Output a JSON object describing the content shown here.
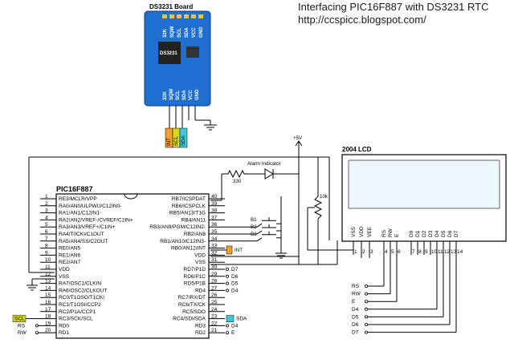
{
  "header": {
    "title": "Interfacing PIC16F887 with DS3231 RTC",
    "url": "http://ccspicc.blogspot.com/"
  },
  "board": {
    "name": "DS3231 Board",
    "top_pins": [
      "32K",
      "SQW",
      "SCL",
      "SDA",
      "VCC",
      "GND"
    ],
    "bottom_pins": [
      "32K",
      "SQW",
      "SCL",
      "SDA",
      "VCC",
      "GND"
    ],
    "chip": "DS3231",
    "color": "#1f6fd1"
  },
  "connector": {
    "labels": [
      "INT",
      "SCL",
      "SDA"
    ]
  },
  "supply": {
    "label": "+5V"
  },
  "alarm": {
    "label": "Alarm Indicator",
    "resistor": "330"
  },
  "buttons": [
    "B1",
    "B2",
    "B3"
  ],
  "pot": {
    "label": "10k"
  },
  "mcu": {
    "name": "PIC16F887",
    "left": [
      {
        "n": "1",
        "t": "RE3/MCLR/VPP"
      },
      {
        "n": "2",
        "t": "RA0/AN0/ULPWU/C12IN0-"
      },
      {
        "n": "3",
        "t": "RA1/AN1/C12IN1-"
      },
      {
        "n": "4",
        "t": "RA2/AN2/VREF-/CVREF/C2IN+"
      },
      {
        "n": "5",
        "t": "RA3/AN3/VREF+/C1IN+"
      },
      {
        "n": "6",
        "t": "RA4/T0CKI/C1OUT"
      },
      {
        "n": "7",
        "t": "RA5/AN4/SS/C2OUT"
      },
      {
        "n": "8",
        "t": "RE0/AN5"
      },
      {
        "n": "9",
        "t": "RE1/AN6"
      },
      {
        "n": "10",
        "t": "RE2/AN7"
      },
      {
        "n": "11",
        "t": "VDD"
      },
      {
        "n": "12",
        "t": "VSS"
      },
      {
        "n": "13",
        "t": "RA7/OSC1/CLKIN"
      },
      {
        "n": "14",
        "t": "RA6/OSC2/CLKOUT"
      },
      {
        "n": "15",
        "t": "RC0/T1OSO/T1CKI"
      },
      {
        "n": "16",
        "t": "RC1/T1OSI/CCP2"
      },
      {
        "n": "17",
        "t": "RC2/P1A/CCP1"
      },
      {
        "n": "18",
        "t": "RC3/SCK/SCL"
      },
      {
        "n": "19",
        "t": "RD0"
      },
      {
        "n": "20",
        "t": "RD1"
      }
    ],
    "right": [
      {
        "n": "40",
        "t": "RB7/ICSPDAT"
      },
      {
        "n": "39",
        "t": "RB6/ICSPCLK"
      },
      {
        "n": "38",
        "t": "RB5/AN13/T1G"
      },
      {
        "n": "37",
        "t": "RB4/AN11"
      },
      {
        "n": "36",
        "t": "RB3/AN9/PGM/C12IN2-"
      },
      {
        "n": "35",
        "t": "RB2/AN8"
      },
      {
        "n": "34",
        "t": "RB1/AN10/C12IN3-"
      },
      {
        "n": "33",
        "t": "RB0/AN12/INT"
      },
      {
        "n": "32",
        "t": "VDD"
      },
      {
        "n": "31",
        "t": "VSS"
      },
      {
        "n": "30",
        "t": "RD7/P1D"
      },
      {
        "n": "29",
        "t": "RD6/P1C"
      },
      {
        "n": "28",
        "t": "RD5/P1B"
      },
      {
        "n": "27",
        "t": "RD4"
      },
      {
        "n": "26",
        "t": "RC7/RX/DT"
      },
      {
        "n": "25",
        "t": "RC6/TX/CK"
      },
      {
        "n": "24",
        "t": "RC5/SDO"
      },
      {
        "n": "23",
        "t": "RC4/SDI/SDA"
      },
      {
        "n": "22",
        "t": "RD3"
      },
      {
        "n": "21",
        "t": "RD2"
      }
    ],
    "right_nets": [
      "",
      "",
      "",
      "",
      "",
      "",
      "",
      "INT",
      "",
      "",
      "D7",
      "D6",
      "D5",
      "D4",
      "",
      "",
      "",
      "SDA",
      "D4",
      "E"
    ],
    "left_nets": [
      "SCL",
      "RS",
      "RW"
    ]
  },
  "lcd": {
    "name": "2004 LCD",
    "pins": [
      "VSS",
      "VDD",
      "VEE",
      "RS",
      "RW",
      "E",
      "D0",
      "D1",
      "D2",
      "D3",
      "D4",
      "D5",
      "D6",
      "D7"
    ],
    "nums": [
      "1",
      "2",
      "3",
      "4",
      "5",
      "6",
      "7",
      "8",
      "9",
      "10",
      "11",
      "12",
      "13",
      "14"
    ],
    "bus": [
      "RS",
      "RW",
      "E",
      "D4",
      "D5",
      "D6",
      "D7"
    ]
  }
}
